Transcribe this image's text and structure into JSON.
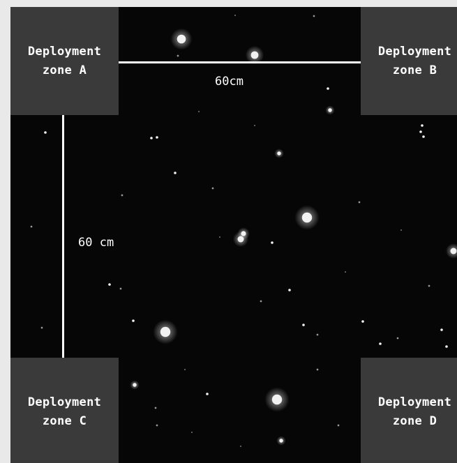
{
  "zones": {
    "a": {
      "line1": "Deployment",
      "line2": "zone A"
    },
    "b": {
      "line1": "Deployment",
      "line2": "zone B"
    },
    "c": {
      "line1": "Deployment",
      "line2": "zone C"
    },
    "d": {
      "line1": "Deployment",
      "line2": "zone D"
    }
  },
  "measurements": {
    "horizontal": "60cm",
    "vertical": "60 cm"
  },
  "colors": {
    "background": "#060606",
    "zone_fill": "#3a3a3a",
    "text": "#ffffff"
  }
}
